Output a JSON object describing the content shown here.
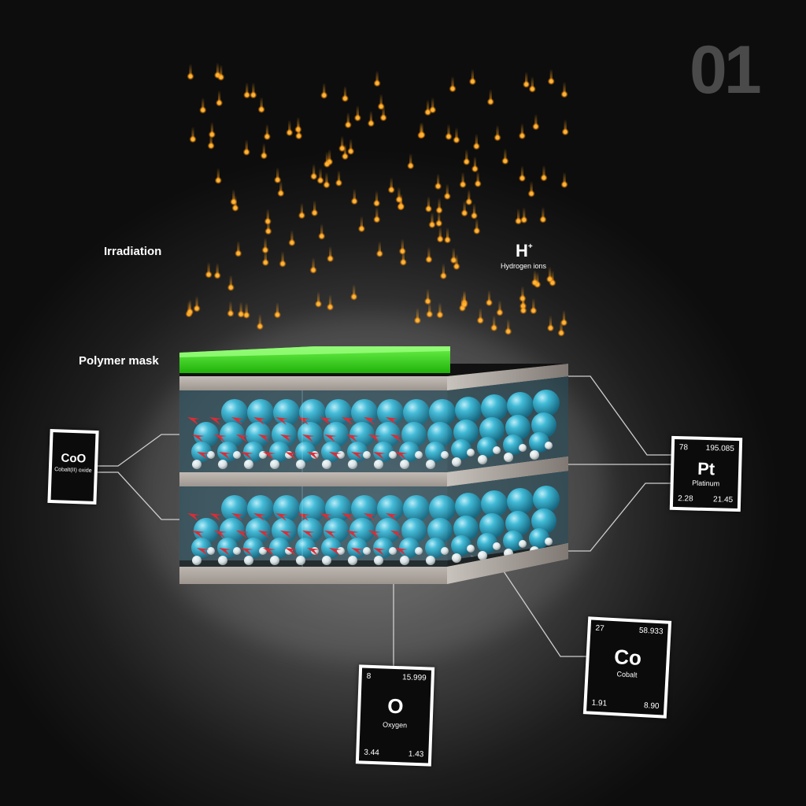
{
  "step_number": "01",
  "labels": {
    "irradiation": "Irradiation",
    "polymer_mask": "Polymer mask",
    "hydrogen_symbol": "H",
    "hydrogen_charge": "+",
    "hydrogen_name": "Hydrogen ions"
  },
  "colors": {
    "mask_green": "#3ddc1e",
    "cobalt_sphere": "#2aa6c7",
    "oxygen_sphere": "#f2f2f2",
    "hydrogen_ion": "#ffa21c",
    "arrow_red": "#e8141c"
  },
  "elements": {
    "platinum": {
      "number": "78",
      "mass": "195.085",
      "symbol": "Pt",
      "name": "Platinum",
      "electronegativity": "2.28",
      "density": "21.45"
    },
    "cobalt": {
      "number": "27",
      "mass": "58.933",
      "symbol": "Co",
      "name": "Cobalt",
      "electronegativity": "1.91",
      "density": "8.90"
    },
    "oxygen": {
      "number": "8",
      "mass": "15.999",
      "symbol": "O",
      "name": "Oxygen",
      "electronegativity": "3.44",
      "density": "1.43"
    },
    "cobalt_oxide": {
      "symbol": "CoO",
      "name": "Cobalt(II) oxide"
    }
  }
}
